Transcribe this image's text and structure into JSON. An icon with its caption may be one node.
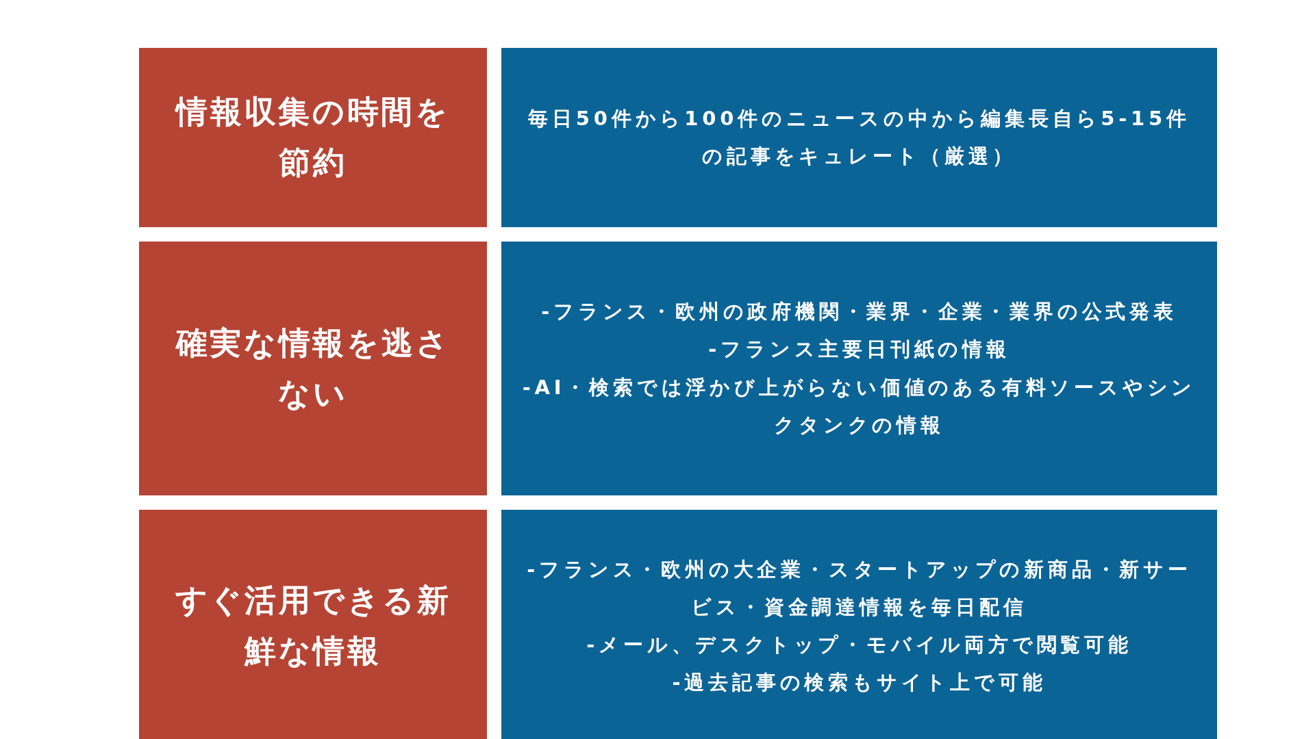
{
  "diagram": {
    "nodes": [
      {
        "text": [
          "情報収集の時間を節約"
        ]
      },
      {
        "text": [
          "毎日50件から100件のニュースの中から編集長自ら5-15件の記事をキュレート（厳選）"
        ]
      },
      {
        "text": [
          "確実な情報を逃さない"
        ]
      },
      {
        "text": [
          "-フランス・欧州の政府機関・業界・企業・業界の公式発表",
          "-フランス主要日刊紙の情報",
          "-AI・検索では浮かび上がらない価値のある有料ソースやシンクタンクの情報"
        ]
      },
      {
        "text": [
          "すぐ活用できる新鮮な情報"
        ]
      },
      {
        "text": [
          "-フランス・欧州の大企業・スタートアップの新商品・新サービス・資金調達情報を毎日配信",
          "-メール、デスクトップ・モバイル両方で閲覧可能",
          "-過去記事の検索もサイト上で可能"
        ]
      }
    ]
  }
}
